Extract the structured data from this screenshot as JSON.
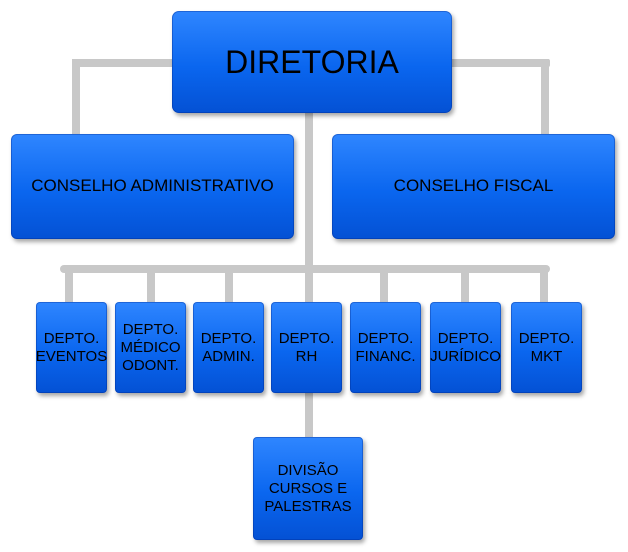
{
  "diagram": {
    "top": {
      "label": "DIRETORIA"
    },
    "councils": [
      {
        "label": "CONSELHO ADMINISTRATIVO"
      },
      {
        "label": "CONSELHO FISCAL"
      }
    ],
    "departments": [
      {
        "label": "DEPTO.\nEVENTOS"
      },
      {
        "label": "DEPTO.\nMÉDICO\nODONT."
      },
      {
        "label": "DEPTO.\nADMIN."
      },
      {
        "label": "DEPTO.\nRH"
      },
      {
        "label": "DEPTO.\nFINANC."
      },
      {
        "label": "DEPTO.\nJURÍDICO"
      },
      {
        "label": "DEPTO.\nMKT"
      }
    ],
    "division": {
      "label": "DIVISÃO\nCURSOS E\nPALESTRAS"
    }
  },
  "colors": {
    "box_fill": "#0a66ef",
    "connector": "#c8c8c8",
    "text": "#000000"
  }
}
